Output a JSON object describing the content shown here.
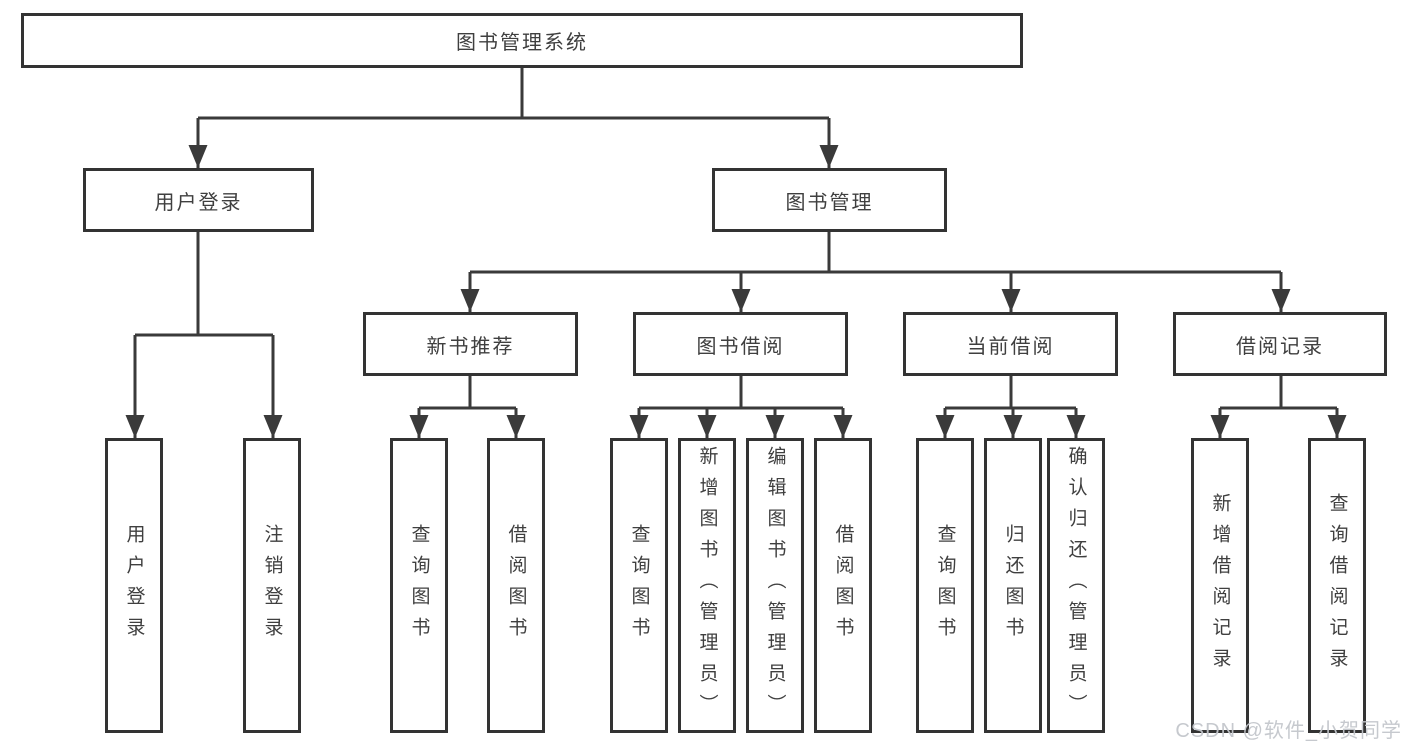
{
  "diagram_title": "图书管理系统",
  "tree": {
    "label": "图书管理系统",
    "children": [
      {
        "label": "用户登录",
        "children": [
          {
            "label": "用户登录"
          },
          {
            "label": "注销登录"
          }
        ]
      },
      {
        "label": "图书管理",
        "children": [
          {
            "label": "新书推荐",
            "children": [
              {
                "label": "查询图书"
              },
              {
                "label": "借阅图书"
              }
            ]
          },
          {
            "label": "图书借阅",
            "children": [
              {
                "label": "查询图书"
              },
              {
                "label": "新增图书（管理员）"
              },
              {
                "label": "编辑图书（管理员）"
              },
              {
                "label": "借阅图书"
              }
            ]
          },
          {
            "label": "当前借阅",
            "children": [
              {
                "label": "查询图书"
              },
              {
                "label": "归还图书"
              },
              {
                "label": "确认归还（管理员）"
              }
            ]
          },
          {
            "label": "借阅记录",
            "children": [
              {
                "label": "新增借阅记录"
              },
              {
                "label": "查询借阅记录"
              }
            ]
          }
        ]
      }
    ]
  },
  "watermark": "CSDN @软件_小贺同学",
  "colors": {
    "line": "#3a3a3a",
    "border": "#333333",
    "text": "#3f3f3f",
    "watermark": "#c3c6cb",
    "background": "#ffffff"
  }
}
